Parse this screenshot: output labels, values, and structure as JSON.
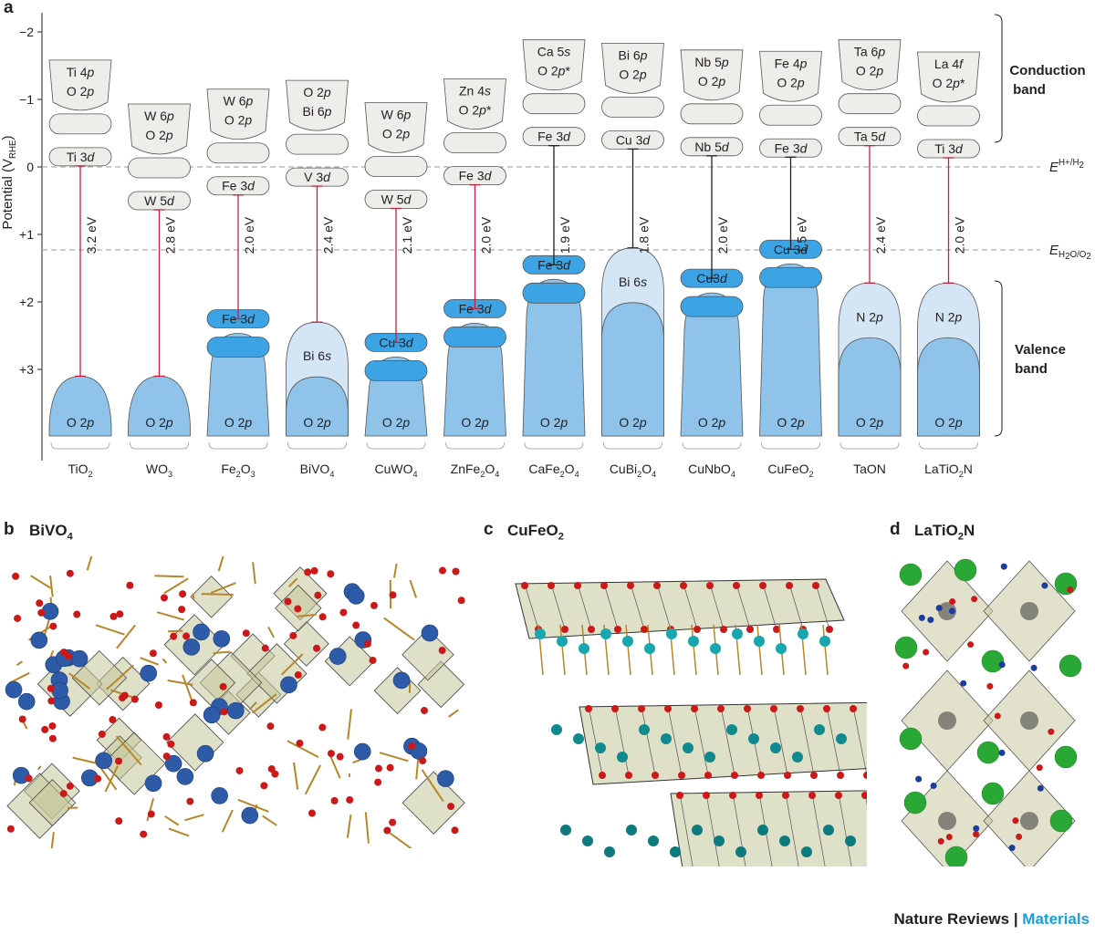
{
  "panel_a": {
    "letter": "a"
  },
  "panel_b": {
    "letter": "b",
    "title_main": "BiVO",
    "title_sub": "4"
  },
  "panel_c": {
    "letter": "c",
    "title_main": "CuFeO",
    "title_sub": "2"
  },
  "panel_d": {
    "letter": "d",
    "title_main": "LaTiO",
    "title_sub": "2",
    "title_tail": "N"
  },
  "footer": {
    "journal": "Nature Reviews",
    "separator": " | ",
    "section": "Materials"
  },
  "colors": {
    "cb_fill": "#ededea",
    "vb_fill": "#8fc3ea",
    "vb_light": "#d4e6f5",
    "vb_bright": "#3ca3e4",
    "gap_red": "#c2203b",
    "gap_black": "#231f20",
    "o_atom": "#cc1818",
    "bi_atom": "#2e5ba8",
    "cu_atom": "#16a6ad",
    "la_atom": "#2aa836",
    "polyhedra": "#c5c69a"
  },
  "chart_data": {
    "type": "band_diagram",
    "ylabel": "Potential (V",
    "ylabel_sub": "RHE",
    "ylabel_tail": ")",
    "ytick_labels": [
      "−2",
      "−1",
      "0",
      "+1",
      "+2",
      "+3"
    ],
    "yticks": [
      -2,
      -1,
      0,
      1,
      2,
      3
    ],
    "ylim": [
      -2.3,
      4.35
    ],
    "reference_lines": [
      {
        "label": "E",
        "sup": "H+/H",
        "supsub": "2",
        "value": 0
      },
      {
        "label": "E",
        "sub": "H",
        "subsub": "2",
        "subtail": "O/O",
        "subtail2": "2",
        "value": 1.23
      }
    ],
    "band_labels": {
      "conduction_1": "Conduction",
      "conduction_2": "band",
      "valence_1": "Valence",
      "valence_2": "band"
    },
    "materials": [
      {
        "formula": "TiO",
        "sub": "2",
        "cb_edge": -0.15,
        "vb_edge": 3.1,
        "gap": "3.2 eV",
        "gap_color": "red",
        "cb_label": "Ti 3d",
        "cb_top_lines": [
          "Ti 4p",
          "O 2p"
        ],
        "vb_label": "O 2p"
      },
      {
        "formula": "WO",
        "sub": "3",
        "cb_edge": 0.5,
        "vb_edge": 3.1,
        "gap": "2.8 eV",
        "gap_color": "red",
        "cb_label": "W 5d",
        "cb_top_lines": [
          "W 6p",
          "O 2p"
        ],
        "vb_label": "O 2p"
      },
      {
        "formula": "Fe",
        "sub": "2",
        "tail": "O",
        "sub2": "3",
        "cb_edge": 0.28,
        "vb_edge": 2.25,
        "gap": "2.0 eV",
        "gap_color": "red",
        "cb_label": "Fe 3d",
        "cb_top_lines": [
          "W 6p",
          "O 2p"
        ],
        "vb_label": "O 2p",
        "vb_mid": "Fe 3d"
      },
      {
        "formula": "BiVO",
        "sub": "4",
        "cb_edge": 0.15,
        "vb_edge": 2.3,
        "gap": "2.4 eV",
        "gap_color": "red",
        "cb_label": "V 3d",
        "cb_top_lines": [
          "O 2p",
          "Bi 6p"
        ],
        "vb_label": "O 2p",
        "vb_light": "Bi 6s"
      },
      {
        "formula": "CuWO",
        "sub": "4",
        "cb_edge": 0.48,
        "vb_edge": 2.6,
        "gap": "2.1 eV",
        "gap_color": "red",
        "cb_label": "W 5d",
        "cb_top_lines": [
          "W 6p",
          "O 2p"
        ],
        "vb_label": "O 2p",
        "vb_mid": "Cu 3d"
      },
      {
        "formula": "ZnFe",
        "sub": "2",
        "tail": "O",
        "sub2": "4",
        "cb_edge": 0.13,
        "vb_edge": 2.1,
        "gap": "2.0 eV",
        "gap_color": "red",
        "cb_label": "Fe 3d",
        "cb_top_lines": [
          "Zn 4s",
          "O 2p*"
        ],
        "vb_label": "O 2p",
        "vb_mid": "Fe 3d"
      },
      {
        "formula": "CaFe",
        "sub": "2",
        "tail": "O",
        "sub2": "4",
        "cb_edge": -0.45,
        "vb_edge": 1.45,
        "gap": "1.9 eV",
        "gap_color": "black",
        "cb_label": "Fe 3d",
        "cb_top_lines": [
          "Ca 5s",
          "O 2p*"
        ],
        "vb_label": "O 2p",
        "vb_mid": "Fe 3d"
      },
      {
        "formula": "CuBi",
        "sub": "2",
        "tail": "O",
        "sub2": "4",
        "cb_edge": -0.4,
        "vb_edge": 1.2,
        "gap": "1.8 eV",
        "gap_color": "black",
        "cb_label": "Cu 3d",
        "cb_top_lines": [
          "Bi 6p",
          "O 2p"
        ],
        "vb_label": "O 2p",
        "vb_light": "Bi 6s"
      },
      {
        "formula": "CuNbO",
        "sub": "4",
        "cb_edge": -0.3,
        "vb_edge": 1.65,
        "gap": "2.0 eV",
        "gap_color": "black",
        "cb_label": "Nb 5d",
        "cb_top_lines": [
          "Nb 5p",
          "O 2p"
        ],
        "vb_label": "O 2p",
        "vb_mid": "Cu3d"
      },
      {
        "formula": "CuFeO",
        "sub": "2",
        "cb_edge": -0.28,
        "vb_edge": 1.22,
        "gap": "1.5 eV",
        "gap_color": "black",
        "cb_label": "Fe 3d",
        "cb_top_lines": [
          "Fe 4p",
          "O 2p"
        ],
        "vb_label": "O 2p",
        "vb_mid": "Cu 3d"
      },
      {
        "formula": "TaON",
        "cb_edge": -0.45,
        "vb_edge": 1.72,
        "gap": "2.4 eV",
        "gap_color": "red",
        "cb_label": "Ta 5d",
        "cb_top_lines": [
          "Ta 6p",
          "O 2p"
        ],
        "vb_label": "O 2p",
        "vb_light": "N 2p"
      },
      {
        "formula": "LaTiO",
        "sub": "2",
        "tail": "N",
        "cb_edge": -0.27,
        "vb_edge": 1.72,
        "gap": "2.0 eV",
        "gap_color": "red",
        "cb_label": "Ti 3d",
        "cb_top_lines": [
          "La 4f",
          "O 2p*"
        ],
        "vb_label": "O 2p",
        "vb_light": "N 2p"
      }
    ]
  }
}
